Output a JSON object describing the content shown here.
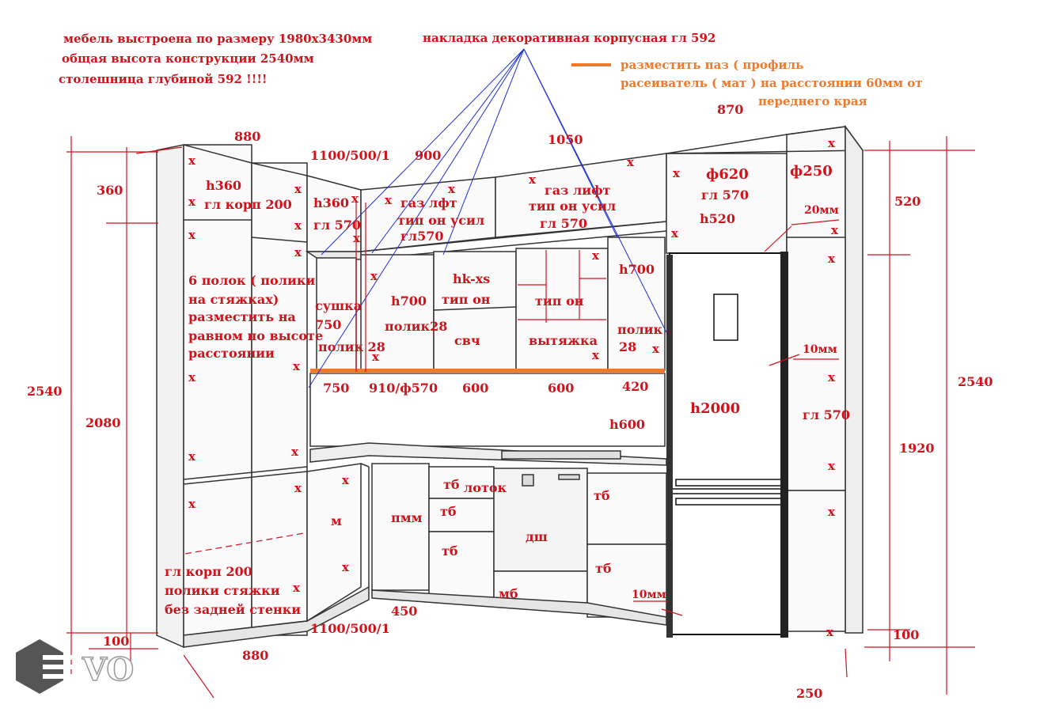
{
  "colors": {
    "annotation": "#d0121b",
    "accent": "#f07a2a",
    "guide": "#1a2fd0",
    "outline": "#333333"
  },
  "notes": {
    "line1": "мебель выстроена по размеру 1980х3430мм",
    "line2": "общая высота конструкции 2540мм",
    "line3": "столешница глубиной 592 !!!!",
    "overlay": "накладка декоративная корпусная  гл 592",
    "groove1": "разместить паз ( профиль",
    "groove2": "расеиватель ( мат ) на расстоянии 60мм от",
    "groove3": "переднего края"
  },
  "dims": {
    "d2540_left": "2540",
    "d2080": "2080",
    "d360": "360",
    "d880_top": "880",
    "d1100_top": "1100/500/1",
    "d900": "900",
    "d1050": "1050",
    "d870": "870",
    "d520": "520",
    "d2540_right": "2540",
    "d1920": "1920",
    "d100_left": "100",
    "d100_right": "100",
    "d880_bottom": "880",
    "d1100_bottom": "1100/500/1",
    "d450": "450",
    "d250": "250",
    "d750": "750",
    "d910": "910/ф570",
    "d600a": "600",
    "d600b": "600",
    "d420": "420",
    "h600": "h600",
    "h2000": "h2000",
    "mm20": "20мм",
    "mm10a": "10мм",
    "mm10b": "10мм"
  },
  "labels": {
    "h360a": "h360",
    "glkorp200a": "гл корп  200",
    "h360b": "h360",
    "gl570a": "гл 570",
    "gazlft": "газ лфт",
    "tipon1": "тип он усил",
    "gl570b": "гл570",
    "gazlift": "газ лифт",
    "tipon2": "тип он усил",
    "gl570c": "гл 570",
    "f620": "ф620",
    "gl570d": "гл 570",
    "h520": "h520",
    "f250": "ф250",
    "shelves1": "6 полок ( полики",
    "shelves2": "на стяжках)",
    "shelves3": "разместить на",
    "shelves4": "равном по высоте",
    "shelves5": "расстоянии",
    "sushka": "сушка",
    "s750": "750",
    "polik28a": "полик 28",
    "h700a": "h700",
    "polik28b": "полик28",
    "hkxs": "hk-xs",
    "tipon3": "тип он",
    "svch": "свч",
    "tipon4": "тип он",
    "vytyazhka": "вытяжка",
    "h700b": "h700",
    "polik28c1": "полик",
    "polik28c2": "28",
    "gl570e": "гл 570",
    "m": "м",
    "pmm": "пмм",
    "tb1": "тб",
    "lotok": "лоток",
    "tb2": "тб",
    "tb3": "тб",
    "dsh": "дш",
    "mb": "мб",
    "tb4": "тб",
    "tb5": "тб",
    "glkorp200b": "гл корп 200",
    "polikistyazhki": "полики стяжки",
    "bezzadnei": "без задней стенки",
    "x": "x"
  },
  "logo": {
    "text": "VO"
  }
}
